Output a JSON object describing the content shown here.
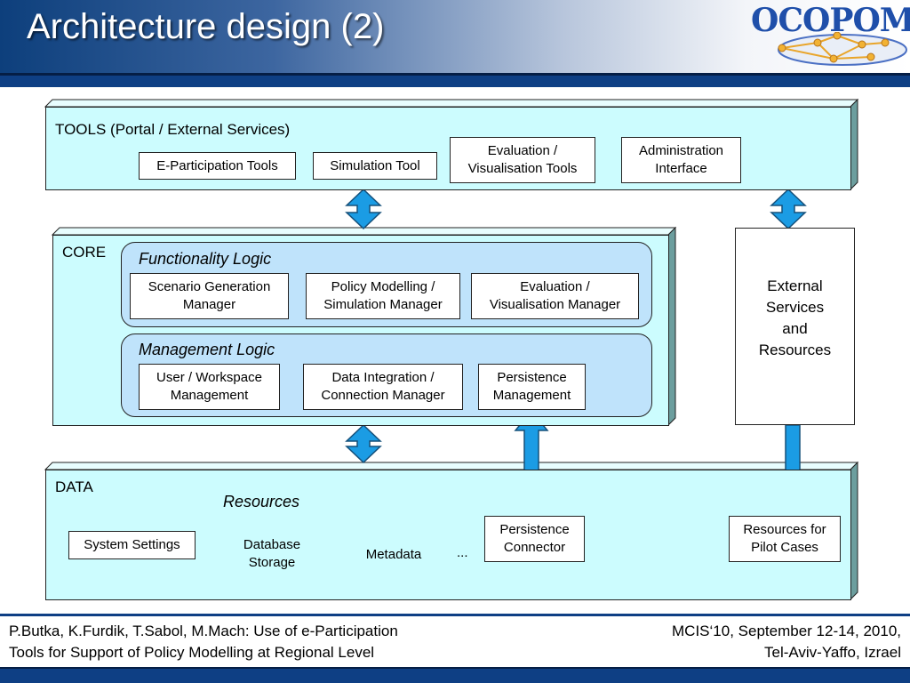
{
  "slide": {
    "title": "Architecture design (2)",
    "logo_text": "OCOPOMO"
  },
  "tools": {
    "label": "TOOLS (Portal / External Services)",
    "items": [
      "E-Participation Tools",
      "Simulation Tool",
      "Evaluation /\nVisualisation Tools",
      "Administration\nInterface"
    ]
  },
  "core": {
    "label": "CORE",
    "functionality": {
      "label": "Functionality Logic",
      "items": [
        "Scenario Generation\nManager",
        "Policy Modelling /\nSimulation Manager",
        "Evaluation /\nVisualisation Manager"
      ]
    },
    "management": {
      "label": "Management Logic",
      "items": [
        "User / Workspace\nManagement",
        "Data Integration /\nConnection Manager",
        "Persistence\nManagement"
      ]
    }
  },
  "external": {
    "label": "External\nServices\nand\nResources"
  },
  "data": {
    "label": "DATA",
    "system_settings": "System Settings",
    "resources_label": "Resources",
    "database_storage": "Database\nStorage",
    "metadata": "Metadata",
    "ellipsis": "...",
    "persistence_connector": "Persistence\nConnector",
    "resources_pilot": "Resources for\nPilot Cases"
  },
  "footer": {
    "left": "P.Butka, K.Furdik, T.Sabol, M.Mach: Use of e-Participation\nTools for Support of Policy Modelling at Regional Level",
    "right": "MCIS‘10, September 12-14, 2010,\nTel-Aviv-Yaffo, Izrael"
  },
  "colors": {
    "layer_fill": "#ccfcfe",
    "logic_fill": "#bfe3fb",
    "arrow_fill": "#1b9ce4",
    "header_dark": "#0e3f84"
  }
}
